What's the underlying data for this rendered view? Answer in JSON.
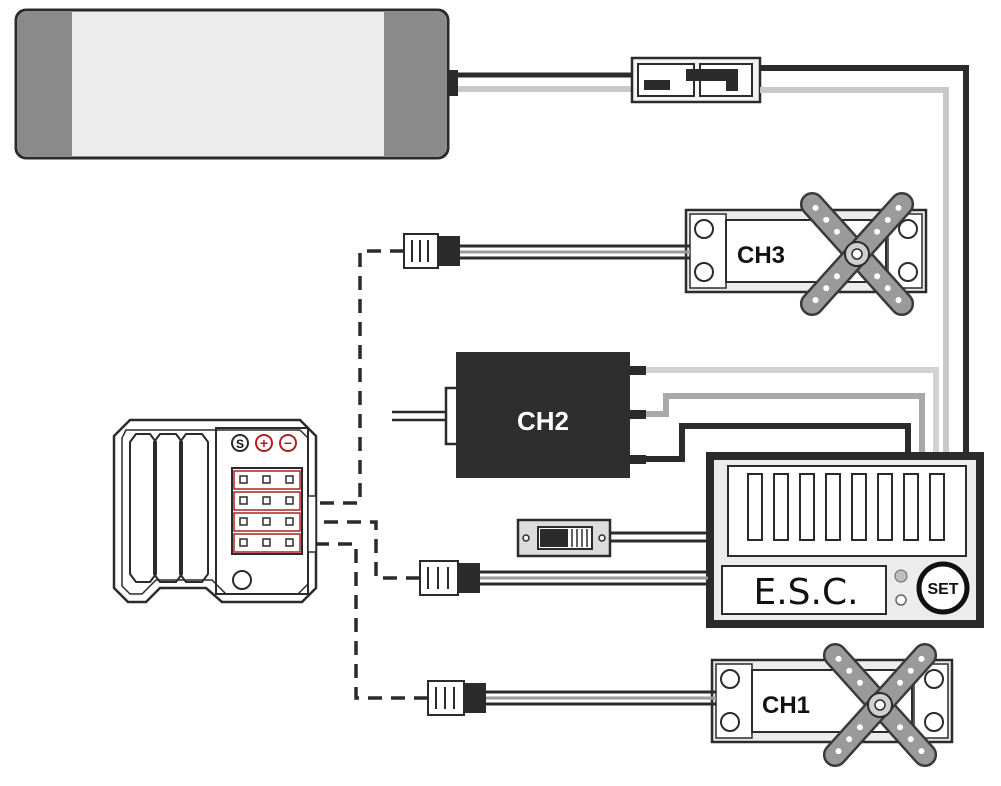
{
  "labels": {
    "ch3": "CH3",
    "ch2": "CH2",
    "ch1": "CH1",
    "esc": "E.S.C.",
    "set": "SET",
    "rx_signal": "S",
    "rx_plus": "+",
    "rx_minus": "−"
  },
  "colors": {
    "battery_body": "#ececec",
    "battery_cap": "#8a8a8a",
    "wire_dark": "#2b2b2b",
    "wire_light": "#c9c9c9",
    "motor_body": "#2e2e2e",
    "receiver_header": "#b02020"
  }
}
